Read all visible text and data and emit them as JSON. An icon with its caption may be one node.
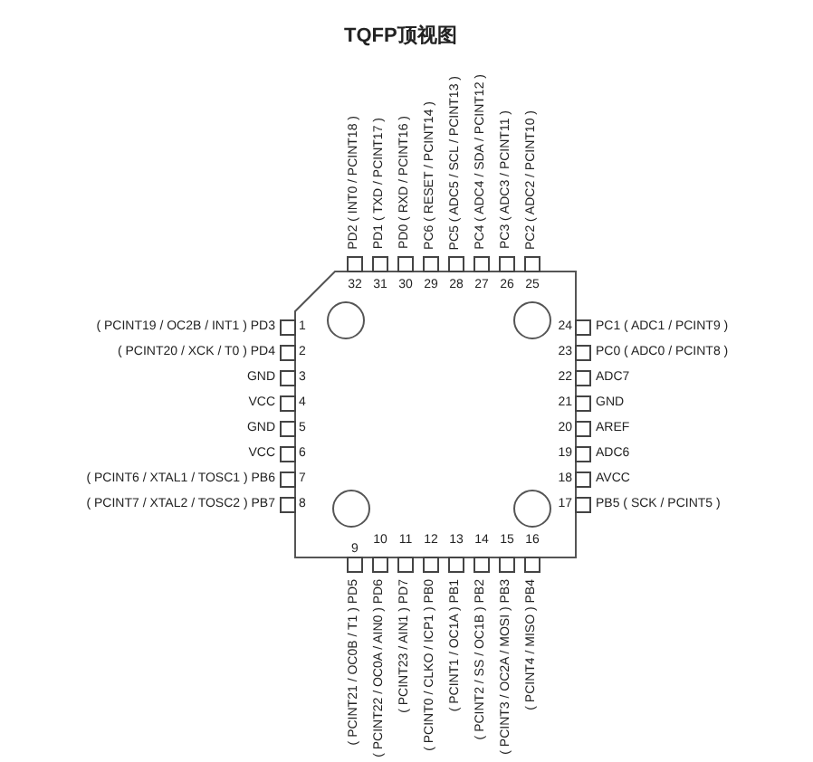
{
  "diagram": {
    "title": "TQFP顶视图",
    "labels": [
      "PD2 ( INT0 / PCINT18 )",
      "PD1 ( TXD / PCINT17 )",
      "PD0 ( RXD / PCINT16 )",
      "PC6 ( RESET / PCINT14 )",
      "PC5 ( ADC5 / SCL / PCINT13 )",
      "PC4 ( ADC4 / SDA / PCINT12 )",
      "PC3 ( ADC3 / PCINT11 )",
      "PC2 ( ADC2 / PCINT10 )",
      "32",
      "31",
      "30",
      "29",
      "28",
      "27",
      "26",
      "25",
      "( PCINT19 / OC2B / INT1 )  PD3",
      "1",
      "24",
      "PC1  ( ADC1 / PCINT9 )",
      "( PCINT20 / XCK / T0 )  PD4",
      "2",
      "23",
      "PC0  ( ADC0 / PCINT8 )",
      "GND",
      "3",
      "22",
      "ADC7",
      "VCC",
      "4",
      "21",
      "GND",
      "GND",
      "5",
      "20",
      "AREF",
      "VCC",
      "6",
      "19",
      "ADC6",
      "( PCINT6 / XTAL1 / TOSC1 )  PB6",
      "7",
      "18",
      "AVCC",
      "( PCINT7 / XTAL2 / TOSC2 )  PB7",
      "8",
      "17",
      "PB5  ( SCK / PCINT5 )",
      "10",
      "11",
      "12",
      "13",
      "14",
      "15",
      "16",
      "9",
      "( PCINT21 / OC0B / T1 )  PD5",
      "( PCINT22 / OC0A / AIN0 )  PD6",
      "( PCINT23 / AIN1 )  PD7",
      "( PCINT0 / CLKO / ICP1 )  PB0",
      "( PCINT1 / OC1A )  PB1",
      "( PCINT2 / SS / OC1B )  PB2",
      "( PCINT3 / OC2A / MOSI )  PB3",
      "( PCINT4 / MISO )  PB4"
    ]
  }
}
